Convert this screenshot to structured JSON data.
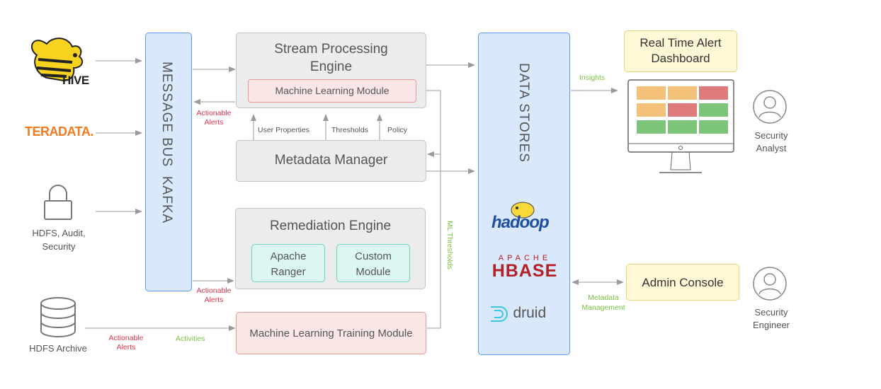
{
  "sources": {
    "hive": "HIVE",
    "teradata": "TERADATA.",
    "hdfs_audit": "HDFS, Audit,\nSecurity",
    "hdfs_archive": "HDFS Archive"
  },
  "message_bus": "MESSAGE BUS  KAFKA",
  "stream_engine": {
    "title": "Stream Processing\nEngine",
    "ml_module": "Machine Learning Module"
  },
  "metadata_manager": "Metadata Manager",
  "metadata_links": {
    "user_properties": "User Properties",
    "thresholds": "Thresholds",
    "policy": "Policy"
  },
  "remediation": {
    "title": "Remediation Engine",
    "ranger": "Apache\nRanger",
    "custom": "Custom\nModule"
  },
  "ml_training": "Machine Learning Training Module",
  "data_stores": {
    "title": "DATA STORES",
    "hadoop": "hadoop",
    "hbase_top": "APACHE",
    "hbase": "HBASE",
    "druid": "druid"
  },
  "edges": {
    "actionable_alerts_1": "Actionable\nAlerts",
    "actionable_alerts_2": "Actionable\nAlerts",
    "actionable_alerts_3": "Actionable\nAlerts",
    "activities": "Activities",
    "ml_thresholds": "ML Thresholds",
    "insights": "Insights",
    "metadata_management": "Metadata\nManagement"
  },
  "dashboard": "Real Time Alert\nDashboard",
  "admin_console": "Admin Console",
  "users": {
    "analyst": "Security\nAnalyst",
    "engineer": "Security\nEngineer"
  },
  "colors": {
    "orange_cell": "#f3c17a",
    "red_cell": "#e07b7b",
    "green_cell": "#7cc57a",
    "alert_text": "#e0334a",
    "flow_text": "#7ac142"
  }
}
